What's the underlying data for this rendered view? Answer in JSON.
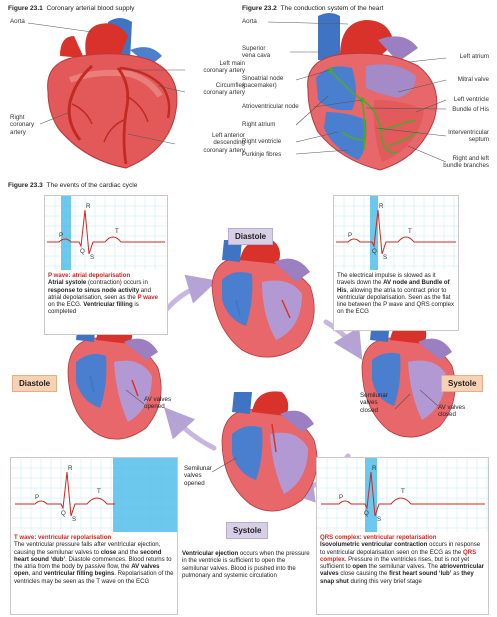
{
  "fig1": {
    "num": "Figure 23.1",
    "title": "Coronary arterial blood supply",
    "labels": {
      "aorta": "Aorta",
      "left_main": [
        "Left main",
        "coronary artery"
      ],
      "circumflex": [
        "Circumflex",
        "coronary artery"
      ],
      "right_coronary": [
        "Right",
        "coronary",
        "artery"
      ],
      "lad": [
        "Left anterior",
        "descending",
        "coronary artery"
      ]
    }
  },
  "fig2": {
    "num": "Figure 23.2",
    "title": "The conduction system of the heart",
    "labels": {
      "aorta": "Aorta",
      "svc": [
        "Superior",
        "vena cava"
      ],
      "sa": [
        "Sinoatrial node",
        "(pacemaker)"
      ],
      "av": "Atrioventricular node",
      "ra": "Right atrium",
      "rv": "Right ventricle",
      "purkinje": "Purkinje fibres",
      "la": "Left atrium",
      "mitral": "Mitral valve",
      "lv": "Left ventricle",
      "his": "Bundle of His",
      "septum": [
        "Interventricular",
        "septum"
      ],
      "branches": [
        "Right and left",
        "bundle branches"
      ]
    }
  },
  "fig3": {
    "num": "Figure 23.3",
    "title": "The events of the cardiac cycle"
  },
  "ecg_letters": {
    "p": "P",
    "q": "Q",
    "r": "R",
    "s": "S",
    "t": "T"
  },
  "phases": {
    "diastole_top": "Diastole",
    "systole_right": "Systole",
    "diastole_left": "Diastole",
    "systole_bottom": "Systole"
  },
  "side_labels": {
    "av_opened": [
      "AV valves",
      "opened"
    ],
    "semilunar_closed": [
      "Semilunar",
      "valves",
      "closed"
    ],
    "av_closed": [
      "AV valves",
      "closed"
    ],
    "semilunar_opened": [
      "Semilunar",
      "valves",
      "opened"
    ]
  },
  "panels": {
    "top_left": {
      "heading": "P wave: atrial depolarisation",
      "body": [
        {
          "t": "Atrial systole",
          "b": true
        },
        {
          "t": " (contraction) occurs in "
        },
        {
          "t": "response to sinus node activity",
          "b": true
        },
        {
          "t": " and atrial depolarisation, seen as the "
        },
        {
          "t": "P wave",
          "red": true
        },
        {
          "t": " on the ECG. "
        },
        {
          "t": "Ventricular filling",
          "b": true
        },
        {
          "t": " is completed"
        }
      ]
    },
    "top_right": {
      "body": [
        {
          "t": "The electrical impulse is slowed as it travels down the "
        },
        {
          "t": "AV node and Bundle of His",
          "b": true
        },
        {
          "t": ", allowing the atria to contract prior to ventricular depolarisation. Seen as the flat line between the P wave and QRS complex on the ECG"
        }
      ]
    },
    "bottom_left": {
      "heading": "T wave: ventricular repolarisation",
      "body": [
        {
          "t": "The ventricular pressure falls after ventricular ejection, causing the semilunar valves to "
        },
        {
          "t": "close",
          "b": true
        },
        {
          "t": " and the "
        },
        {
          "t": "second heart sound ‘dub’",
          "b": true
        },
        {
          "t": ". Diastole commences. Blood returns to the atria from the body by passive flow, the "
        },
        {
          "t": "AV valves open",
          "b": true
        },
        {
          "t": ", and "
        },
        {
          "t": "ventricular filling begins",
          "b": true
        },
        {
          "t": ". Repolarisation of the ventricles may be seen as the T wave on the ECG"
        }
      ]
    },
    "bottom_middle": {
      "body": [
        {
          "t": "Ventricular ejection",
          "b": true
        },
        {
          "t": " occurs when the pressure in the ventricle is sufficient to open the semilunar valves. Blood is pushed into the pulmonary and systemic circulation"
        }
      ]
    },
    "bottom_right": {
      "heading": "QRS complex: ventricular repolarisation",
      "body": [
        {
          "t": "Isovolumetric ventricular contraction",
          "b": true
        },
        {
          "t": " occurs in response to ventricular depolarisation seen on the ECG as the "
        },
        {
          "t": "QRS complex",
          "red": true
        },
        {
          "t": ". Pressure in the ventricles rises, but is not yet sufficient to "
        },
        {
          "t": "open",
          "b": true
        },
        {
          "t": " the semilunar valves. The "
        },
        {
          "t": "atrioventricular valves",
          "b": true
        },
        {
          "t": " close causing the "
        },
        {
          "t": "first heart sound ‘lub’",
          "b": true
        },
        {
          "t": " as "
        },
        {
          "t": "they snap shut",
          "b": true
        },
        {
          "t": " during this very brief stage"
        }
      ]
    }
  },
  "colors": {
    "artery_red": "#d8322b",
    "vein_blue": "#3f74c4",
    "muscle": "#e3595a",
    "purple": "#9b7fc0",
    "ecg_blue": "#5cc2ea",
    "conduction_green": "#4fa82e",
    "heading_red": "#d0261f"
  }
}
